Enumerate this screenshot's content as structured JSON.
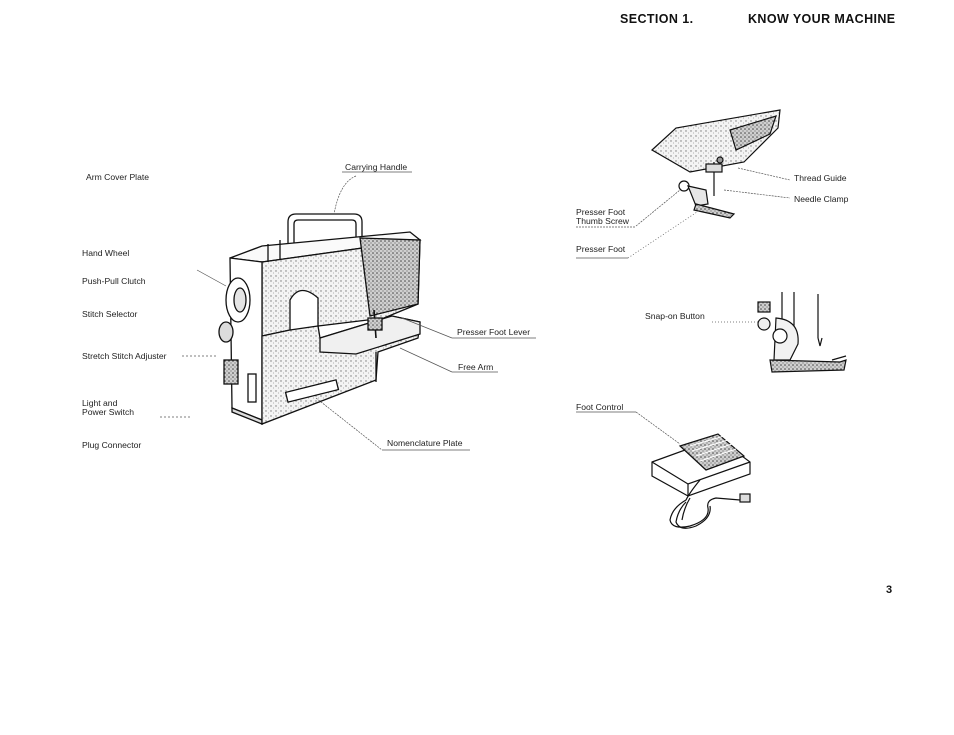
{
  "header": {
    "section_number": "SECTION 1.",
    "section_title": "KNOW YOUR MACHINE"
  },
  "labels": {
    "arm_cover_plate": "Arm Cover Plate",
    "carrying_handle": "Carrying Handle",
    "hand_wheel": "Hand Wheel",
    "push_pull_clutch": "Push-Pull Clutch",
    "stitch_selector": "Stitch Selector",
    "stretch_stitch_adjuster": "Stretch Stitch Adjuster",
    "light_and_power_switch_line1": "Light and",
    "light_and_power_switch_line2": "Power Switch",
    "plug_connector": "Plug Connector",
    "presser_foot_lever": "Presser Foot Lever",
    "free_arm": "Free Arm",
    "nomenclature_plate": "Nomenclature Plate",
    "thread_guide": "Thread Guide",
    "needle_clamp": "Needle Clamp",
    "presser_foot_thumb_screw_line1": "Presser Foot",
    "presser_foot_thumb_screw_line2": "Thumb Screw",
    "presser_foot": "Presser Foot",
    "snap_on_button": "Snap-on Button",
    "foot_control": "Foot Control"
  },
  "page_number": "3"
}
